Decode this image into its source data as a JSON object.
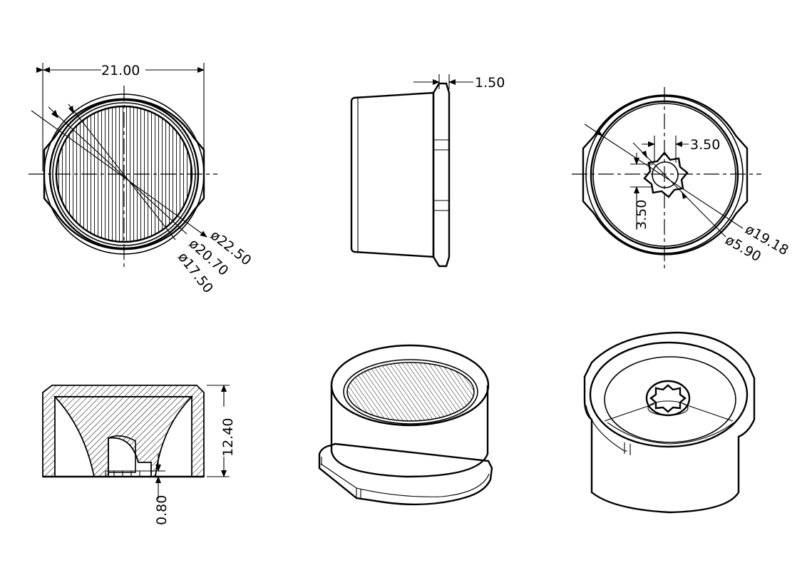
{
  "dimensions": {
    "width": "21.00",
    "d_outer": "ø22.50",
    "d_mid": "ø20.70",
    "d_inner": "ø17.50",
    "flange": "1.50",
    "bore_width": "3.50",
    "bore_height": "3.50",
    "d_cone": "ø19.18",
    "d_bore": "ø5.90",
    "height": "12.40",
    "base": "0.80"
  }
}
